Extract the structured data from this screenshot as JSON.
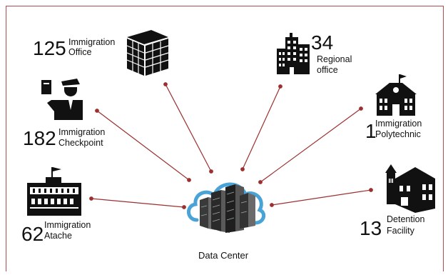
{
  "center": {
    "label": "Data Center"
  },
  "nodes": [
    {
      "id": "immigration-office",
      "value": "125",
      "line1": "Immigration",
      "line2": "Office"
    },
    {
      "id": "regional-office",
      "value": "34",
      "line1": "Regional",
      "line2": "office"
    },
    {
      "id": "immigration-checkpoint",
      "value": "182",
      "line1": "Immigration",
      "line2": "Checkpoint"
    },
    {
      "id": "immigration-polytechnic",
      "value": "1",
      "line1": "Immigration",
      "line2": "Polytechnic"
    },
    {
      "id": "immigration-atache",
      "value": "62",
      "line1": "Immigration",
      "line2": "Atache"
    },
    {
      "id": "detention-facility",
      "value": "13",
      "line1": "Detention",
      "line2": "Facility"
    }
  ],
  "colors": {
    "link": "#9c2f2f",
    "frame": "#b24b4b",
    "cloud": "#4aa3d6",
    "icon": "#111111"
  },
  "icons": [
    "office-building-icon",
    "city-building-icon",
    "immigration-officer-icon",
    "school-building-icon",
    "government-building-icon",
    "prison-building-icon",
    "cloud-server-icon"
  ]
}
